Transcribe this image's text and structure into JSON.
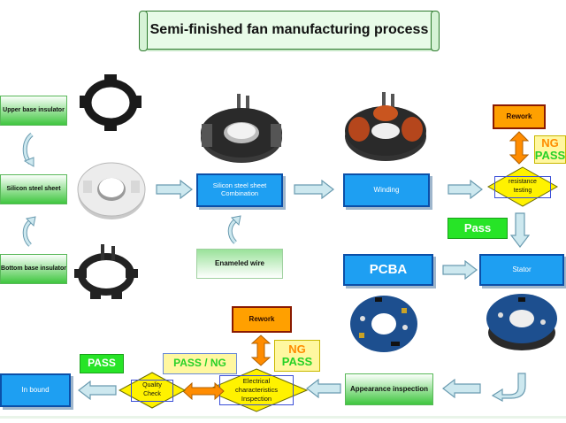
{
  "title": "Semi-finished fan manufacturing process",
  "nodes": {
    "upper_base_insulator": "Upper base insulator",
    "silicon_steel_sheet": "Silicon steel sheet",
    "bottom_base_insulator": "Bottom base insulator",
    "silicon_steel_combination": "Silicon steel sheet Combination",
    "enameled_wire": "Enameled wire",
    "winding": "Winding",
    "rework_top": "Rework",
    "resistance_testing": "resistance testing",
    "ng_pass_top_ng": "NG",
    "ng_pass_top_pass": "PASS",
    "pass_label": "Pass",
    "pcba": "PCBA",
    "stator": "Stator",
    "appearance_inspection": "Appearance inspection",
    "electrical_inspection": "Electrical characteristics Inspection",
    "rework_bottom": "Rework",
    "ng_pass_bottom_ng": "NG",
    "ng_pass_bottom_pass": "PASS",
    "pass_ng": "PASS / NG",
    "quality_check": "Quality Check",
    "pass_bottom": "PASS",
    "in_bound": "In bound"
  },
  "colors": {
    "blue_box": "#1e9ff2",
    "blue_border": "#0b4fa8",
    "green_box": "#3fc63f",
    "rework": "#ffa000",
    "diamond": "#fff200",
    "pass_green": "#27e427",
    "ng_orange": "#ff8c00",
    "arrow_fill": "#cde8ef",
    "arrow_stroke": "#6a9bb0"
  },
  "icons": [
    "curved-arrow-icon",
    "block-arrow-icon",
    "double-arrow-icon"
  ]
}
